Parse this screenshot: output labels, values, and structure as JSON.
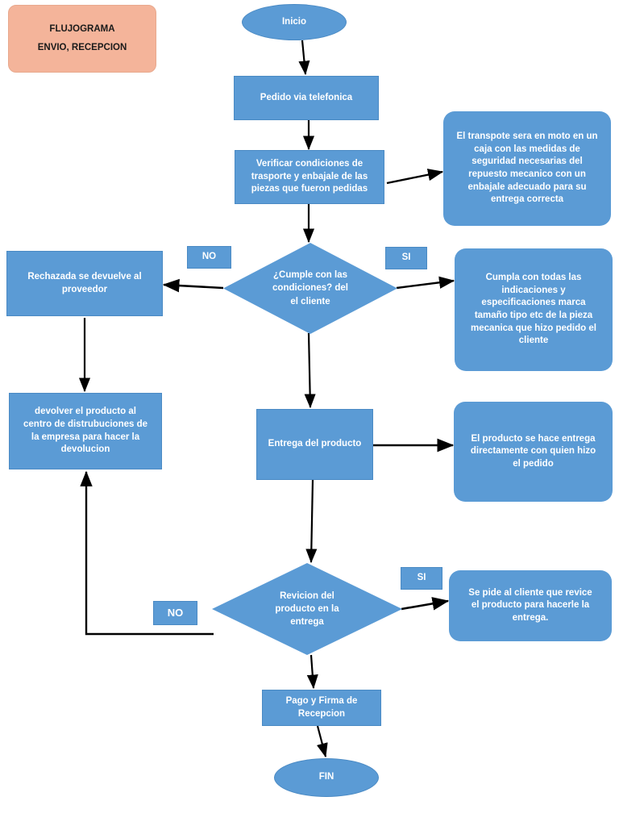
{
  "document": {
    "title": "FLUJOGRAMA ENVIO, RECEPCION",
    "title_line1": "FLUJOGRAMA",
    "title_line2": "ENVIO, RECEPCION"
  },
  "colors": {
    "node_fill": "#5B9BD5",
    "node_border": "#4A8AC4",
    "title_fill": "#F4B49A",
    "connector": "#000000",
    "node_text": "#FFFFFF",
    "title_text": "#1A1A1A",
    "background": "#FFFFFF"
  },
  "chart_data": {
    "type": "diagram",
    "subtype": "flowchart",
    "title": "FLUJOGRAMA ENVIO, RECEPCION",
    "nodes": [
      {
        "id": "inicio",
        "shape": "terminator",
        "label": "Inicio"
      },
      {
        "id": "pedido",
        "shape": "process",
        "label": "Pedido via telefonica"
      },
      {
        "id": "verificar",
        "shape": "process",
        "label": "Verificar condiciones de trasporte y enbajale de las piezas que fueron pedidas"
      },
      {
        "id": "nota_transporte",
        "shape": "rounded-note",
        "label": "El transpote sera en moto en un caja con las medidas de seguridad necesarias del repuesto mecanico con un enbajale adecuado para su entrega correcta"
      },
      {
        "id": "decision_condiciones",
        "shape": "decision",
        "label": "¿Cumple con las condiciones? del el  cliente"
      },
      {
        "id": "rechazada",
        "shape": "process",
        "label": "Rechazada  se devuelve al proveedor"
      },
      {
        "id": "nota_especificaciones",
        "shape": "rounded-note",
        "label": "Cumpla con todas las indicaciones y especificaciones marca tamaño tipo etc de la pieza mecanica que hizo pedido el cliente"
      },
      {
        "id": "devolver",
        "shape": "process",
        "label": "devolver el producto al centro de distrubuciones  de la empresa para hacer la devolucion"
      },
      {
        "id": "entrega",
        "shape": "process",
        "label": "Entrega del producto"
      },
      {
        "id": "nota_entrega",
        "shape": "rounded-note",
        "label": "El producto se hace entrega directamente con quien hizo el pedido"
      },
      {
        "id": "decision_revision",
        "shape": "decision",
        "label": "Revicion del producto en la entrega"
      },
      {
        "id": "nota_revision",
        "shape": "rounded-note",
        "label": "Se pide al cliente que revice el producto para hacerle la entrega."
      },
      {
        "id": "pago",
        "shape": "process",
        "label": "Pago y Firma de Recepcion"
      },
      {
        "id": "fin",
        "shape": "terminator",
        "label": "FIN"
      }
    ],
    "edge_labels": [
      {
        "id": "no_1",
        "label": "NO"
      },
      {
        "id": "si_1",
        "label": "SI"
      },
      {
        "id": "no_2",
        "label": "NO"
      },
      {
        "id": "si_2",
        "label": "SI"
      }
    ],
    "edges": [
      {
        "from": "inicio",
        "to": "pedido",
        "label": ""
      },
      {
        "from": "pedido",
        "to": "verificar",
        "label": ""
      },
      {
        "from": "verificar",
        "to": "nota_transporte",
        "label": ""
      },
      {
        "from": "verificar",
        "to": "decision_condiciones",
        "label": ""
      },
      {
        "from": "decision_condiciones",
        "to": "rechazada",
        "label": "NO"
      },
      {
        "from": "decision_condiciones",
        "to": "nota_especificaciones",
        "label": "SI"
      },
      {
        "from": "decision_condiciones",
        "to": "entrega",
        "label": ""
      },
      {
        "from": "rechazada",
        "to": "devolver",
        "label": ""
      },
      {
        "from": "entrega",
        "to": "nota_entrega",
        "label": ""
      },
      {
        "from": "entrega",
        "to": "decision_revision",
        "label": ""
      },
      {
        "from": "decision_revision",
        "to": "nota_revision",
        "label": "SI"
      },
      {
        "from": "decision_revision",
        "to": "devolver",
        "label": "NO"
      },
      {
        "from": "decision_revision",
        "to": "pago",
        "label": ""
      },
      {
        "from": "pago",
        "to": "fin",
        "label": ""
      }
    ]
  },
  "nodes": {
    "inicio": "Inicio",
    "pedido": "Pedido via telefonica",
    "verificar": "Verificar condiciones de\ntrasporte y enbajale de las\npiezas que fueron pedidas",
    "nota_transporte": "El transpote sera en moto en un\ncaja con las medidas de\nseguridad necesarias del\nrepuesto mecanico con un\nenbajale adecuado para su\nentrega correcta",
    "decision_condiciones": "¿Cumple con las\ncondiciones? del\nel  cliente",
    "rechazada": "Rechazada  se devuelve al\nproveedor",
    "nota_especificaciones": "Cumpla con todas las\nindicaciones y\nespecificaciones marca\ntamaño tipo etc de la pieza\nmecanica que hizo pedido el\ncliente",
    "devolver": "devolver el producto al\ncentro de distrubuciones  de\nla empresa para hacer la\ndevolucion",
    "entrega": "Entrega del producto",
    "nota_entrega": "El producto se hace entrega\ndirectamente con quien hizo\nel pedido",
    "decision_revision": "Revicion del\nproducto en la\nentrega",
    "nota_revision": "Se pide al cliente que revice\nel producto para hacerle la\nentrega.",
    "pago": "Pago y Firma de\nRecepcion",
    "fin": "FIN"
  },
  "labels": {
    "no_1": "NO",
    "si_1": "SI",
    "no_2": "NO",
    "si_2": "SI"
  }
}
